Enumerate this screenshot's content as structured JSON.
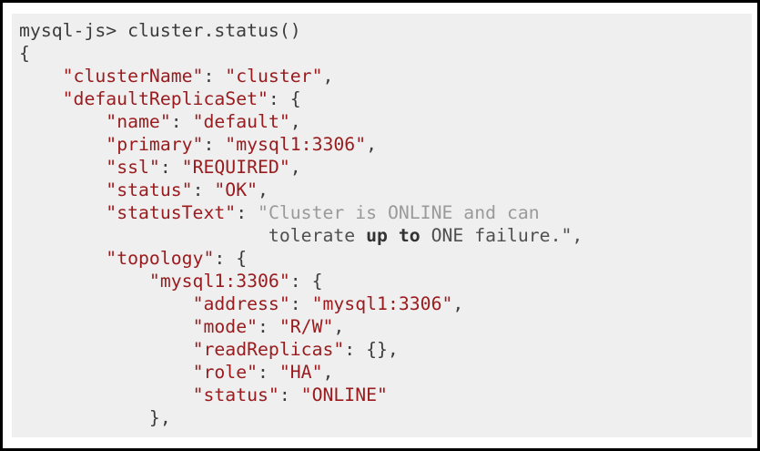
{
  "frame": {
    "background": "#ffffff",
    "border_color": "#000000"
  },
  "terminal": {
    "background": "#efefef",
    "colors": {
      "cmd": "#3c3c3c",
      "str": "#991b1e",
      "muted": "#9a9a9a",
      "muted_dark": "#4f4f4f",
      "em": "#333333"
    },
    "prompt": "mysql-js>",
    "command": "cluster.status()",
    "lines": [
      {
        "tokens": [
          {
            "s": "cmd",
            "t": "mysql-js> ",
            "name": "shell-prompt"
          },
          {
            "s": "cmd",
            "t": "cluster.status()",
            "name": "shell-command"
          }
        ]
      },
      {
        "tokens": [
          {
            "s": "cmd",
            "t": "{"
          }
        ]
      },
      {
        "tokens": [
          {
            "s": "cmd",
            "t": "    "
          },
          {
            "s": "str",
            "t": "\"clusterName\""
          },
          {
            "s": "cmd",
            "t": ": "
          },
          {
            "s": "str",
            "t": "\"cluster\""
          },
          {
            "s": "cmd",
            "t": ","
          }
        ]
      },
      {
        "tokens": [
          {
            "s": "cmd",
            "t": "    "
          },
          {
            "s": "str",
            "t": "\"defaultReplicaSet\""
          },
          {
            "s": "cmd",
            "t": ": {"
          }
        ]
      },
      {
        "tokens": [
          {
            "s": "cmd",
            "t": "        "
          },
          {
            "s": "str",
            "t": "\"name\""
          },
          {
            "s": "cmd",
            "t": ": "
          },
          {
            "s": "str",
            "t": "\"default\""
          },
          {
            "s": "cmd",
            "t": ","
          }
        ]
      },
      {
        "tokens": [
          {
            "s": "cmd",
            "t": "        "
          },
          {
            "s": "str",
            "t": "\"primary\""
          },
          {
            "s": "cmd",
            "t": ": "
          },
          {
            "s": "str",
            "t": "\"mysql1:3306\""
          },
          {
            "s": "cmd",
            "t": ","
          }
        ]
      },
      {
        "tokens": [
          {
            "s": "cmd",
            "t": "        "
          },
          {
            "s": "str",
            "t": "\"ssl\""
          },
          {
            "s": "cmd",
            "t": ": "
          },
          {
            "s": "str",
            "t": "\"REQUIRED\""
          },
          {
            "s": "cmd",
            "t": ","
          }
        ]
      },
      {
        "tokens": [
          {
            "s": "cmd",
            "t": "        "
          },
          {
            "s": "str",
            "t": "\"status\""
          },
          {
            "s": "cmd",
            "t": ": "
          },
          {
            "s": "str",
            "t": "\"OK\""
          },
          {
            "s": "cmd",
            "t": ","
          }
        ]
      },
      {
        "tokens": [
          {
            "s": "cmd",
            "t": "        "
          },
          {
            "s": "str",
            "t": "\"statusText\""
          },
          {
            "s": "cmd",
            "t": ": "
          },
          {
            "s": "muted",
            "t": "\"Cluster is ONLINE and can"
          }
        ]
      },
      {
        "tokens": [
          {
            "s": "cmd",
            "t": "                       "
          },
          {
            "s": "muted_dark",
            "t": "tolerate "
          },
          {
            "s": "em",
            "t": "up to"
          },
          {
            "s": "muted_dark",
            "t": " ONE failure.\","
          }
        ]
      },
      {
        "tokens": [
          {
            "s": "cmd",
            "t": "        "
          },
          {
            "s": "str",
            "t": "\"topology\""
          },
          {
            "s": "cmd",
            "t": ": {"
          }
        ]
      },
      {
        "tokens": [
          {
            "s": "cmd",
            "t": "            "
          },
          {
            "s": "str",
            "t": "\"mysql1:3306\""
          },
          {
            "s": "cmd",
            "t": ": {"
          }
        ]
      },
      {
        "tokens": [
          {
            "s": "cmd",
            "t": "                "
          },
          {
            "s": "str",
            "t": "\"address\""
          },
          {
            "s": "cmd",
            "t": ": "
          },
          {
            "s": "str",
            "t": "\"mysql1:3306\""
          },
          {
            "s": "cmd",
            "t": ","
          }
        ]
      },
      {
        "tokens": [
          {
            "s": "cmd",
            "t": "                "
          },
          {
            "s": "str",
            "t": "\"mode\""
          },
          {
            "s": "cmd",
            "t": ": "
          },
          {
            "s": "str",
            "t": "\"R/W\""
          },
          {
            "s": "cmd",
            "t": ","
          }
        ]
      },
      {
        "tokens": [
          {
            "s": "cmd",
            "t": "                "
          },
          {
            "s": "str",
            "t": "\"readReplicas\""
          },
          {
            "s": "cmd",
            "t": ": {},"
          }
        ]
      },
      {
        "tokens": [
          {
            "s": "cmd",
            "t": "                "
          },
          {
            "s": "str",
            "t": "\"role\""
          },
          {
            "s": "cmd",
            "t": ": "
          },
          {
            "s": "str",
            "t": "\"HA\""
          },
          {
            "s": "cmd",
            "t": ","
          }
        ]
      },
      {
        "tokens": [
          {
            "s": "cmd",
            "t": "                "
          },
          {
            "s": "str",
            "t": "\"status\""
          },
          {
            "s": "cmd",
            "t": ": "
          },
          {
            "s": "str",
            "t": "\"ONLINE\""
          }
        ]
      },
      {
        "tokens": [
          {
            "s": "cmd",
            "t": "            },"
          }
        ]
      }
    ]
  }
}
